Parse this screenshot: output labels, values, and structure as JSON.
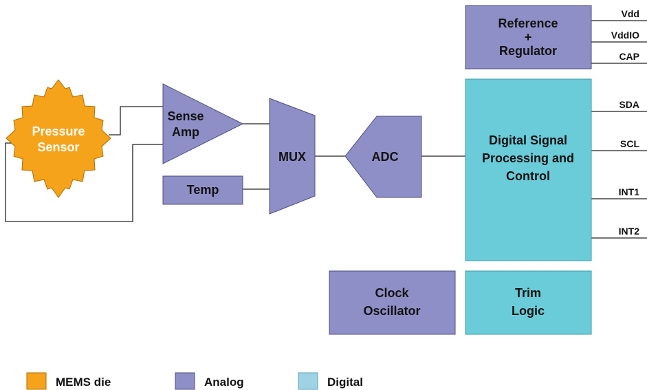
{
  "colors": {
    "mems": "#f5a31a",
    "analog": "#8f8fc7",
    "digital": "#6bccd9",
    "legend_digital": "#9fd3e3",
    "line": "#222222"
  },
  "blocks": {
    "pressure_sensor": [
      "Pressure",
      "Sensor"
    ],
    "sense_amp": [
      "Sense",
      "Amp"
    ],
    "temp": "Temp",
    "mux": "MUX",
    "adc": "ADC",
    "reference": [
      "Reference",
      "+",
      "Regulator"
    ],
    "dsp": [
      "Digital Signal",
      "Processing and",
      "Control"
    ],
    "clock": [
      "Clock",
      "Oscillator"
    ],
    "trim": [
      "Trim",
      "Logic"
    ]
  },
  "pins": {
    "vdd": "Vdd",
    "vddio": "VddIO",
    "cap": "CAP",
    "sda": "SDA",
    "scl": "SCL",
    "int1": "INT1",
    "int2": "INT2"
  },
  "legend": {
    "mems": "MEMS die",
    "analog": "Analog",
    "digital": "Digital"
  }
}
